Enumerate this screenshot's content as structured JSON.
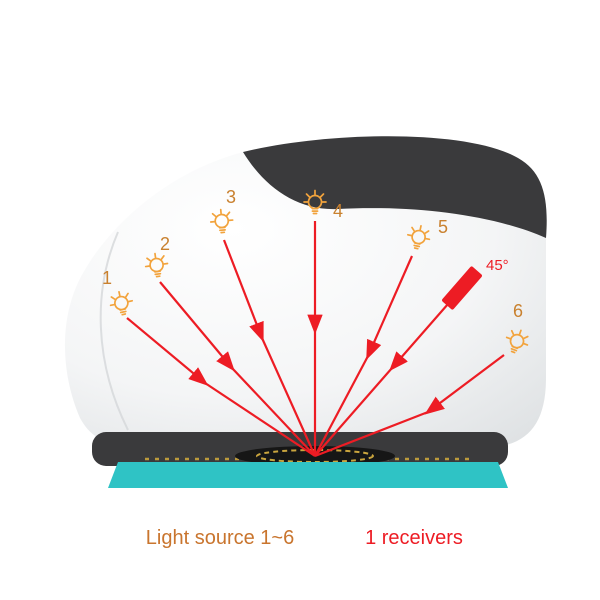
{
  "diagram": {
    "light_labels": [
      "1",
      "2",
      "3",
      "4",
      "5",
      "6"
    ],
    "angle_label": "45°",
    "captions": {
      "light_sources": "Light source 1~6",
      "receivers": "1 receivers"
    }
  },
  "colors": {
    "ray": "#ed1c24",
    "bulb": "#f2a33c",
    "number": "#c9812f",
    "caption-light": "#c9752e",
    "caption-receiver": "#ed1c24",
    "platform": "#2fc3c5",
    "device-dark": "#3a3a3c",
    "aperture-dash": "#caa53e"
  }
}
